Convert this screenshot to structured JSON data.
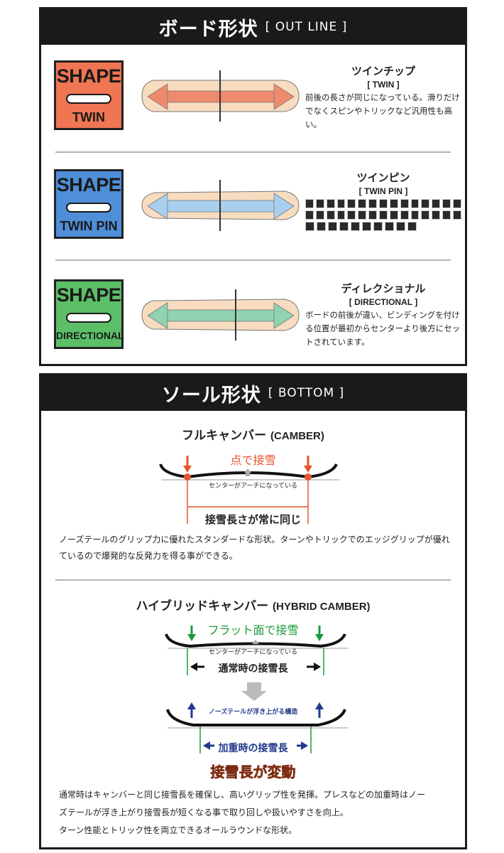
{
  "outline": {
    "title": "ボード形状",
    "title_en": "[ OUT LINE ]",
    "items": [
      {
        "badge_top": "SHAPE",
        "badge_name": "TWIN",
        "name_jp": "ツインチップ",
        "name_en": "[ TWIN ]",
        "desc": "前後の長さが同じになっている。滑りだけでなくスピンやトリックなど汎用性も高い。",
        "color": "#f07552"
      },
      {
        "badge_top": "SHAPE",
        "badge_name": "TWIN PIN",
        "name_jp": "ツインピン",
        "name_en": "[ TWIN PIN ]",
        "desc": "",
        "color": "#4f8ed8"
      },
      {
        "badge_top": "SHAPE",
        "badge_name": "DIRECTIONAL",
        "name_jp": "ディレクショナル",
        "name_en": "[ DIRECTIONAL ]",
        "desc": "ボードの前後が違い、ビンディングを付ける位置が最初からセンターより後方にセットされています。",
        "color": "#5cbf68"
      }
    ]
  },
  "bottom": {
    "title": "ソール形状",
    "title_en": "[ BOTTOM ]",
    "camber": {
      "title_jp": "フルキャンバー",
      "title_en": "(CAMBER)",
      "contact_label": "点で接雪",
      "arch_label": "センターがアーチになっている",
      "length_label": "接雪長さが常に同じ",
      "desc": "ノーズテールのグリップ力に優れたスタンダードな形状。ターンやトリックでのエッジグリップが優れているので爆発的な反発力を得る事ができる。"
    },
    "hybrid": {
      "title_jp": "ハイブリッドキャンバー",
      "title_en": "(HYBRID CAMBER)",
      "flat_label": "フラット面で接雪",
      "arch_label": "センターがアーチになっている",
      "normal_label": "通常時の接雪長",
      "lift_label": "ノーズテールが浮き上がる構造",
      "load_label": "加重時の接雪長",
      "change_label": "接雪長が変動",
      "desc_lines": [
        "通常時はキャンバーと同じ接雪長を確保し、高いグリップ性を発揮。プレスなどの加重時はノー",
        "ズテールが浮き上がり接雪長が短くなる事で取り回しや扱いやすさを向上。",
        "ターン性能とトリック性を両立できるオールラウンドな形状。"
      ]
    },
    "colors": {
      "orange": "#e8532a",
      "green": "#1a9a3a",
      "navy": "#223a8c"
    }
  }
}
